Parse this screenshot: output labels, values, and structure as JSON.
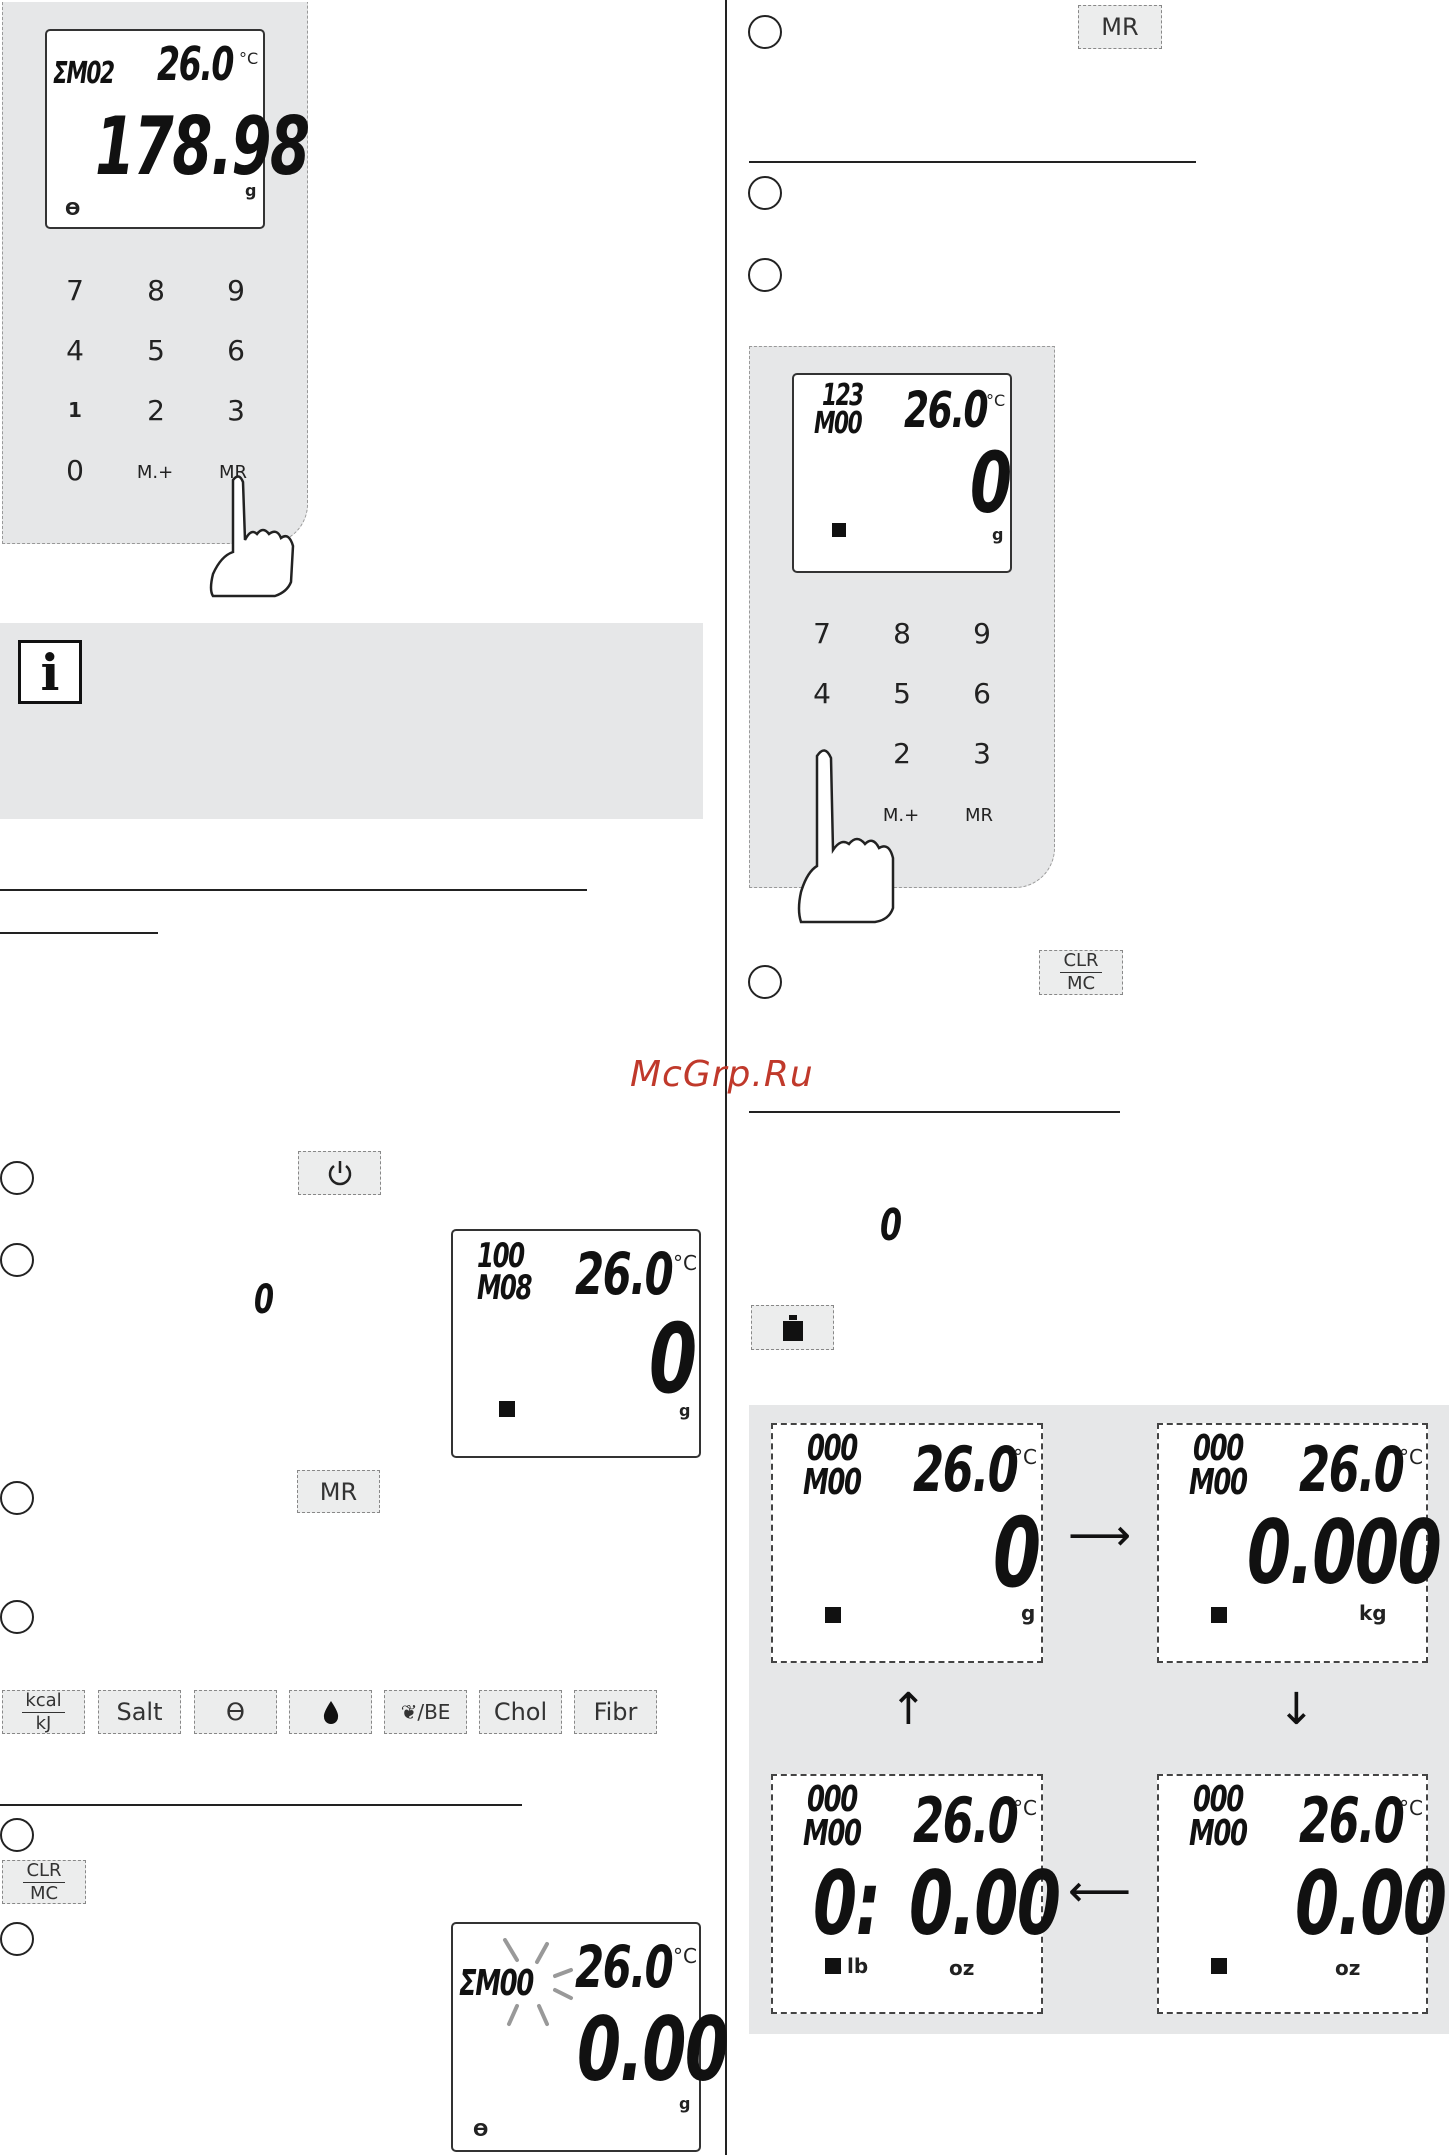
{
  "keys": {
    "mr": "MR",
    "clr_top": "CLR",
    "clr_bottom": "MC",
    "kcal_top": "kcal",
    "kcal_bottom": "kJ",
    "salt": "Salt",
    "chol": "Chol",
    "fibr": "Fibr",
    "be": "/BE"
  },
  "keypad": {
    "digits": [
      "7",
      "8",
      "9",
      "4",
      "5",
      "6",
      "1",
      "2",
      "3",
      "0"
    ],
    "m_plus": "M.+",
    "mr": "MR"
  },
  "lcd_top_left": {
    "mem": "ΣM02",
    "temp": "26.0",
    "deg": "°C",
    "value": "178.98",
    "unit": "g"
  },
  "lcd_right_keypad": {
    "count": "123",
    "mem": "M00",
    "temp": "26.0",
    "deg": "°C",
    "value": "0",
    "unit": "g"
  },
  "lcd_m08": {
    "count": "100",
    "mem": "M08",
    "temp": "26.0",
    "deg": "°C",
    "value": "0",
    "unit": "g"
  },
  "lcd_sigma": {
    "mem": "ΣM00",
    "temp": "26.0",
    "deg": "°C",
    "value": "0.00",
    "unit": "g"
  },
  "inline_zero_left": "0",
  "inline_zero_right": "0",
  "unit_cycle": [
    {
      "count": "000",
      "mem": "M00",
      "temp": "26.0",
      "deg": "°C",
      "value": "0",
      "unit": "g"
    },
    {
      "count": "000",
      "mem": "M00",
      "temp": "26.0",
      "deg": "°C",
      "value": "0.000",
      "unit": "kg"
    },
    {
      "count": "000",
      "mem": "M00",
      "temp": "26.0",
      "deg": "°C",
      "value": "0.00",
      "unit": "oz"
    },
    {
      "count": "000",
      "mem": "M00",
      "temp": "26.0",
      "deg": "°C",
      "lb_value": "0:",
      "value": "0.00",
      "unit_lb": "lb",
      "unit": "oz"
    }
  ],
  "watermark": "McGrp.Ru"
}
